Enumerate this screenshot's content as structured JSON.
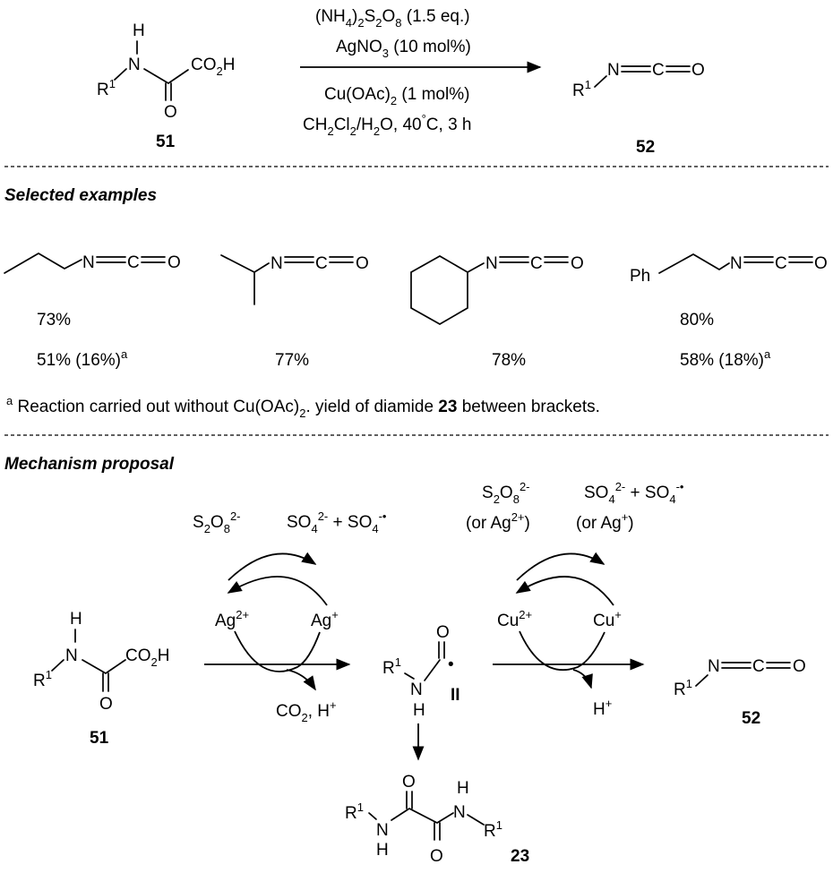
{
  "conditions": [
    "(NH",
    "4",
    ")",
    "2",
    "S",
    "2",
    "O",
    "8",
    " (1.5 eq.)",
    "AgNO",
    "3",
    " (10 mol%)",
    "Cu(OAc)",
    "2",
    " (1 mol%)",
    "CH",
    "2",
    "Cl",
    "2",
    "/H",
    "2",
    "O, 40",
    "°",
    "C, 3 h"
  ],
  "labels": {
    "c51": "51",
    "c52": "52",
    "c23": "23",
    "cII": "II",
    "section_examples": "Selected examples",
    "section_mechanism": "Mechanism proposal"
  },
  "atoms": {
    "H": "H",
    "N": "N",
    "O": "O",
    "C": "C",
    "R": "R",
    "one": "1",
    "co2h_a": "CO",
    "co2h_b": "2",
    "co2h_c": "H",
    "Ph": "Ph",
    "Ndash": "N"
  },
  "examples": {
    "propyl_yield1": "73%",
    "propyl_yield2": "51% (16%)",
    "isopropyl_yield": "77%",
    "cyclohexyl_yield": "78%",
    "phenethyl_yield1": "80%",
    "phenethyl_yield2": "58% (18%)",
    "sup_a": "a"
  },
  "footnote": {
    "sup": "a",
    "text1": " Reaction carried out without Cu(OAc)",
    "sub": "2",
    "text2": ". yield of diamide ",
    "bold": "23",
    "text3": " between brackets."
  },
  "mechanism": {
    "s2o8": "S",
    "s2o8_sub1": "2",
    "s2o8_o": "O",
    "s2o8_sub2": "8",
    "s2o8_sup": "2-",
    "so4": "SO",
    "so4_sub": "4",
    "so4_sup": "2-",
    "plus": " + ",
    "so4r_sup": "-•",
    "ag2": "Ag",
    "ag2_sup": "2+",
    "ag1": "Ag",
    "ag1_sup": "+",
    "cu2": "Cu",
    "cu2_sup": "2+",
    "cu1": "Cu",
    "cu1_sup": "+",
    "or_ag2": "(or Ag",
    "or_ag2_sup": "2+",
    "or_close": ")",
    "or_ag1": "(or Ag",
    "or_ag1_sup": "+",
    "co2_h": "CO",
    "co2_sub": "2",
    "co2_rest": ", H",
    "hplus": "H",
    "hplus_sup": "+",
    "radical_dot": "•"
  }
}
